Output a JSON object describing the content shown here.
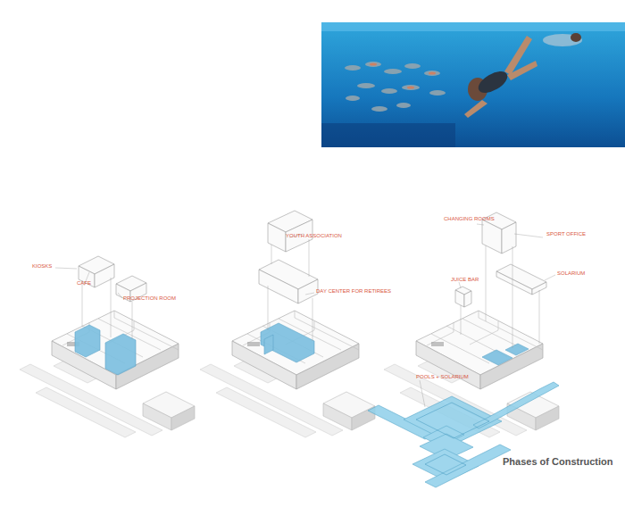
{
  "diagram": {
    "caption": "Phases of Construction",
    "labels": [
      "KIOSKS",
      "CAFE",
      "PROJECTION ROOM",
      "YOUTH ASSOCIATION",
      "DAY CENTER FOR RETIREES",
      "CHANGING ROOMS",
      "SPORT OFFICE",
      "JUICE BAR",
      "SOLARIUM",
      "POOLS + SOLARIUM"
    ]
  }
}
